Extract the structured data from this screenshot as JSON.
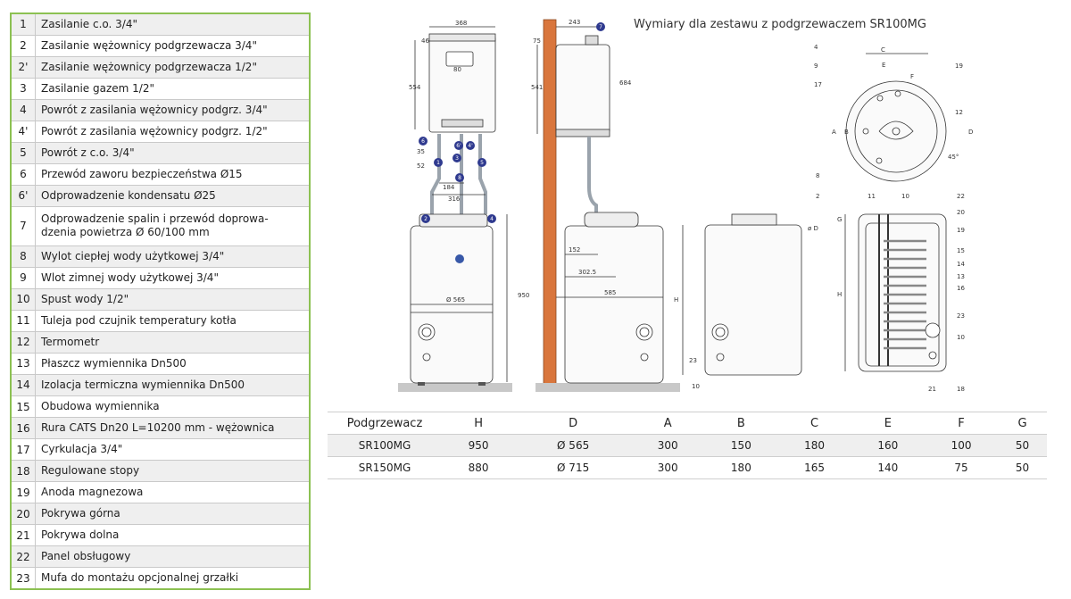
{
  "legend": [
    {
      "num": "1",
      "text": "Zasilanie c.o. 3/4\""
    },
    {
      "num": "2",
      "text": "Zasilanie wężownicy podgrzewacza 3/4\""
    },
    {
      "num": "2'",
      "text": "Zasilanie wężownicy podgrzewacza 1/2\""
    },
    {
      "num": "3",
      "text": "Zasilanie gazem 1/2\""
    },
    {
      "num": "4",
      "text": "Powrót z zasilania wężownicy podgrz. 3/4\""
    },
    {
      "num": "4'",
      "text": "Powrót z zasilania wężownicy podgrz. 1/2\""
    },
    {
      "num": "5",
      "text": "Powrót z c.o. 3/4\""
    },
    {
      "num": "6",
      "text": "Przewód zaworu bezpieczeństwa Ø15"
    },
    {
      "num": "6'",
      "text": "Odprowadzenie kondensatu Ø25"
    },
    {
      "num": "7",
      "text": "Odprowadzenie spalin i przewód doprowa-dzenia powietrza Ø 60/100 mm"
    },
    {
      "num": "8",
      "text": "Wylot ciepłej wody użytkowej 3/4\""
    },
    {
      "num": "9",
      "text": "Wlot zimnej wody użytkowej 3/4\""
    },
    {
      "num": "10",
      "text": "Spust wody 1/2\""
    },
    {
      "num": "11",
      "text": "Tuleja pod czujnik temperatury kotła"
    },
    {
      "num": "12",
      "text": "Termometr"
    },
    {
      "num": "13",
      "text": "Płaszcz wymiennika Dn500"
    },
    {
      "num": "14",
      "text": "Izolacja termiczna wymiennika Dn500"
    },
    {
      "num": "15",
      "text": "Obudowa wymiennika"
    },
    {
      "num": "16",
      "text": "Rura CATS Dn20 L=10200 mm - wężownica"
    },
    {
      "num": "17",
      "text": "Cyrkulacja 3/4\""
    },
    {
      "num": "18",
      "text": "Regulowane stopy"
    },
    {
      "num": "19",
      "text": "Anoda magnezowa"
    },
    {
      "num": "20",
      "text": "Pokrywa górna"
    },
    {
      "num": "21",
      "text": "Pokrywa dolna"
    },
    {
      "num": "22",
      "text": "Panel obsługowy"
    },
    {
      "num": "23",
      "text": "Mufa do montażu opcjonalnej grzałki"
    }
  ],
  "diagram": {
    "title": "Wymiary dla zestawu z podgrzewaczem SR100MG",
    "front": {
      "d368": "368",
      "d46": "46",
      "d80": "80",
      "d554": "554",
      "d35": "35",
      "d52": "52",
      "d184": "184",
      "d316": "316",
      "d950": "950",
      "d565": "Ø 565"
    },
    "side": {
      "d243": "243",
      "d75": "75",
      "d541": "541",
      "d684": "684",
      "d152": "152",
      "d3025": "302.5",
      "d585": "585"
    },
    "top": {
      "C": "C",
      "E": "E",
      "F": "F",
      "A": "A",
      "B": "B",
      "D": "D",
      "G": "G",
      "H": "H",
      "fD": "ø D",
      "a45": "45°"
    },
    "callouts": [
      "1",
      "2",
      "3",
      "4",
      "5",
      "6",
      "6'",
      "4'",
      "7",
      "8",
      "9",
      "10",
      "11",
      "12",
      "13",
      "14",
      "15",
      "16",
      "17",
      "19",
      "20",
      "21",
      "22",
      "23",
      "18"
    ]
  },
  "dimensions": {
    "headers": [
      "Podgrzewacz",
      "H",
      "D",
      "A",
      "B",
      "C",
      "E",
      "F",
      "G"
    ],
    "rows": [
      [
        "SR100MG",
        "950",
        "Ø 565",
        "300",
        "150",
        "180",
        "160",
        "100",
        "50"
      ],
      [
        "SR150MG",
        "880",
        "Ø 715",
        "300",
        "180",
        "165",
        "140",
        "75",
        "50"
      ]
    ]
  },
  "colors": {
    "legend_border": "#8cc152",
    "callout_blue": "#2f3a8f",
    "wall_brick": "#d9763d",
    "pipe_grey": "#9aa3ac"
  }
}
